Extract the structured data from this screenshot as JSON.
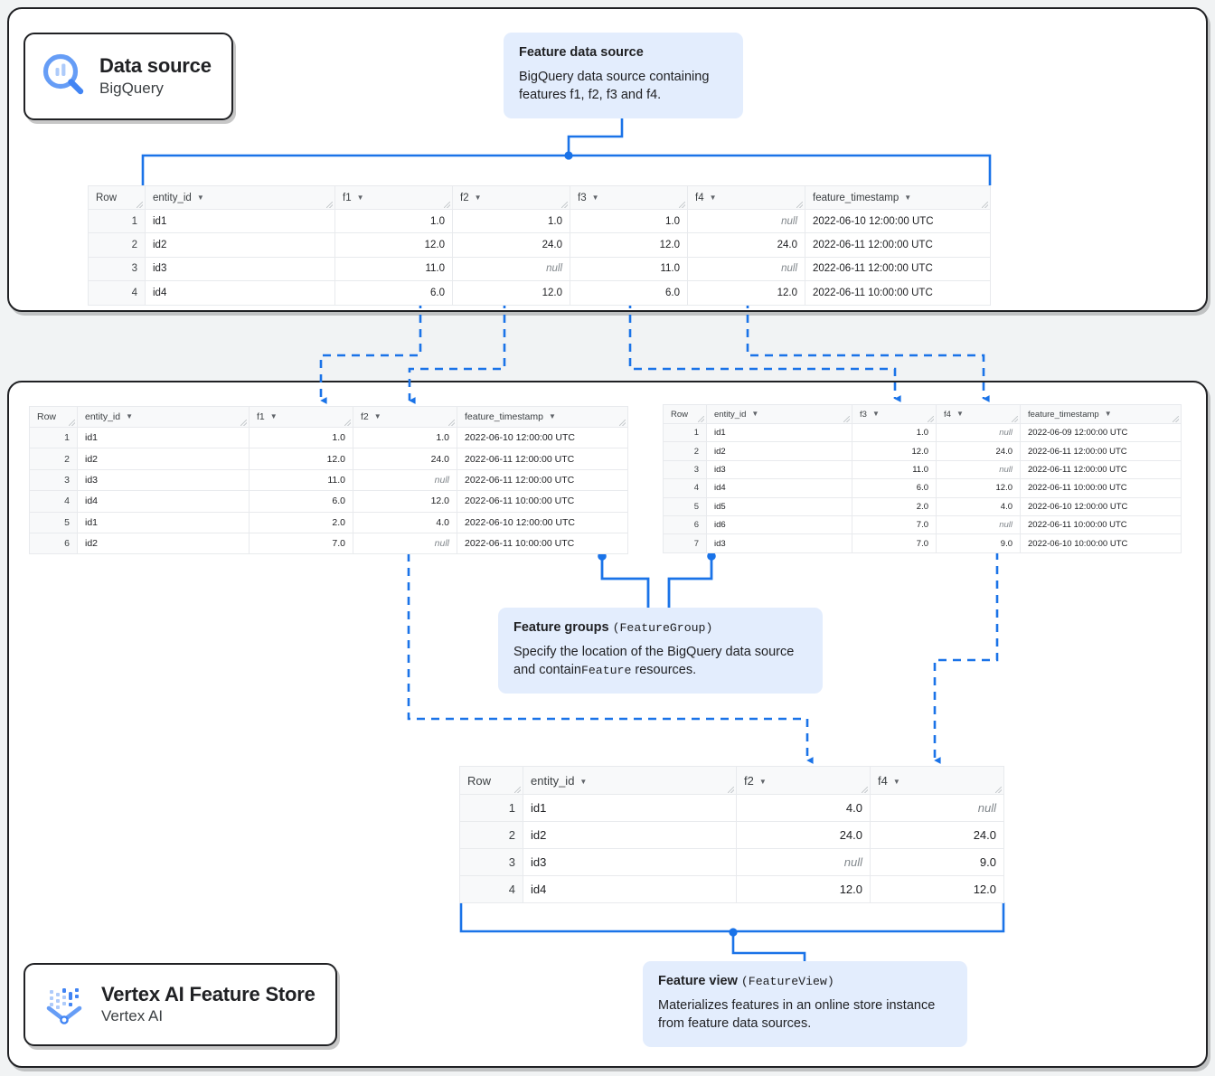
{
  "background_color": "#f1f3f4",
  "accent_color": "#1a73e8",
  "callout_bg": "#e3edfd",
  "cards": {
    "data_source": {
      "title": "Data source",
      "subtitle": "BigQuery",
      "icon": "bigquery-magnifier-icon"
    },
    "feature_store": {
      "title": "Vertex AI Feature Store",
      "subtitle": "Vertex AI",
      "icon": "vertex-ai-featurestore-icon"
    }
  },
  "callouts": {
    "feature_data_source": {
      "title": "Feature data source",
      "body": "BigQuery data source containing features f1, f2, f3 and f4."
    },
    "feature_groups": {
      "title_main": "Feature groups",
      "title_code": "(FeatureGroup)",
      "body_part1": "Specify the location of the BigQuery data source and contain",
      "body_code": "Feature",
      "body_part2": " resources."
    },
    "feature_view": {
      "title_main": "Feature view",
      "title_code": "(FeatureView)",
      "body": "Materializes features in an online store instance from feature data sources."
    }
  },
  "tables": {
    "source": {
      "name": "feature-data-source-table",
      "columns": [
        "Row",
        "entity_id",
        "f1",
        "f2",
        "f3",
        "f4",
        "feature_timestamp"
      ],
      "rows": [
        [
          "1",
          "id1",
          "1.0",
          "1.0",
          "1.0",
          "null",
          "2022-06-10 12:00:00 UTC"
        ],
        [
          "2",
          "id2",
          "12.0",
          "24.0",
          "12.0",
          "24.0",
          "2022-06-11 12:00:00 UTC"
        ],
        [
          "3",
          "id3",
          "11.0",
          "null",
          "11.0",
          "null",
          "2022-06-11 12:00:00 UTC"
        ],
        [
          "4",
          "id4",
          "6.0",
          "12.0",
          "6.0",
          "12.0",
          "2022-06-11 10:00:00 UTC"
        ]
      ]
    },
    "feature_group_1": {
      "name": "feature-group-1-table",
      "columns": [
        "Row",
        "entity_id",
        "f1",
        "f2",
        "feature_timestamp"
      ],
      "rows": [
        [
          "1",
          "id1",
          "1.0",
          "1.0",
          "2022-06-10 12:00:00 UTC"
        ],
        [
          "2",
          "id2",
          "12.0",
          "24.0",
          "2022-06-11 12:00:00 UTC"
        ],
        [
          "3",
          "id3",
          "11.0",
          "null",
          "2022-06-11 12:00:00 UTC"
        ],
        [
          "4",
          "id4",
          "6.0",
          "12.0",
          "2022-06-11 10:00:00 UTC"
        ],
        [
          "5",
          "id1",
          "2.0",
          "4.0",
          "2022-06-10 12:00:00 UTC"
        ],
        [
          "6",
          "id2",
          "7.0",
          "null",
          "2022-06-11 10:00:00 UTC"
        ]
      ]
    },
    "feature_group_2": {
      "name": "feature-group-2-table",
      "columns": [
        "Row",
        "entity_id",
        "f3",
        "f4",
        "feature_timestamp"
      ],
      "rows": [
        [
          "1",
          "id1",
          "1.0",
          "null",
          "2022-06-09 12:00:00 UTC"
        ],
        [
          "2",
          "id2",
          "12.0",
          "24.0",
          "2022-06-11 12:00:00 UTC"
        ],
        [
          "3",
          "id3",
          "11.0",
          "null",
          "2022-06-11 12:00:00 UTC"
        ],
        [
          "4",
          "id4",
          "6.0",
          "12.0",
          "2022-06-11 10:00:00 UTC"
        ],
        [
          "5",
          "id5",
          "2.0",
          "4.0",
          "2022-06-10 12:00:00 UTC"
        ],
        [
          "6",
          "id6",
          "7.0",
          "null",
          "2022-06-11 10:00:00 UTC"
        ],
        [
          "7",
          "id3",
          "7.0",
          "9.0",
          "2022-06-10 10:00:00 UTC"
        ]
      ]
    },
    "feature_view": {
      "name": "feature-view-table",
      "columns": [
        "Row",
        "entity_id",
        "f2",
        "f4"
      ],
      "rows": [
        [
          "1",
          "id1",
          "4.0",
          "null"
        ],
        [
          "2",
          "id2",
          "24.0",
          "24.0"
        ],
        [
          "3",
          "id3",
          "null",
          "9.0"
        ],
        [
          "4",
          "id4",
          "12.0",
          "12.0"
        ]
      ]
    }
  }
}
